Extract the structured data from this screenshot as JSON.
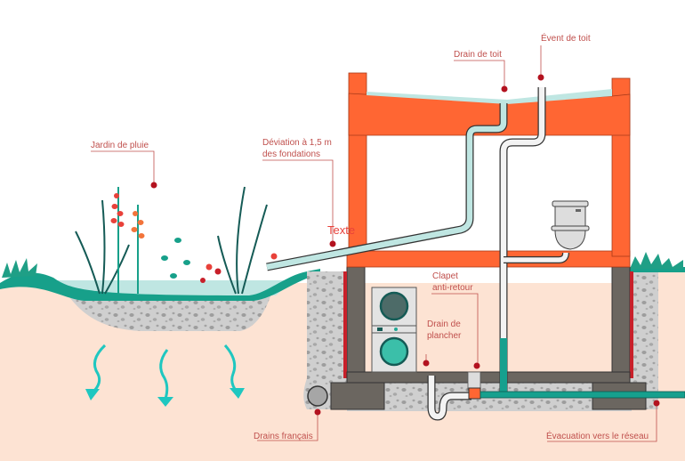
{
  "diagram": {
    "title": "Gestion des eaux de pluie et drainage résidentiel",
    "labels": {
      "roof_drain": "Drain de toit",
      "roof_vent": "Évent de toit",
      "rain_garden": "Jardin de pluie",
      "deviation_line1": "Déviation à 1,5 m",
      "deviation_line2": "des fondations",
      "placeholder_text": "Texte",
      "check_valve_line1": "Clapet",
      "check_valve_line2": "anti-retour",
      "floor_drain_line1": "Drain de",
      "floor_drain_line2": "plancher",
      "french_drains": "Drains français",
      "sewer_outlet": "Évacuation vers le réseau"
    },
    "colors": {
      "structure": "#ff6633",
      "soil": "#fde3d3",
      "gravel": "#c9c9c9",
      "foundation": "#6b6660",
      "rain_pipe": "#bfe6e2",
      "sewer_pipe": "#16a08e",
      "label": "#c0504d",
      "marker": "#b3121f",
      "water_arrow": "#1fc7c0",
      "grass": "#17a08a"
    }
  }
}
